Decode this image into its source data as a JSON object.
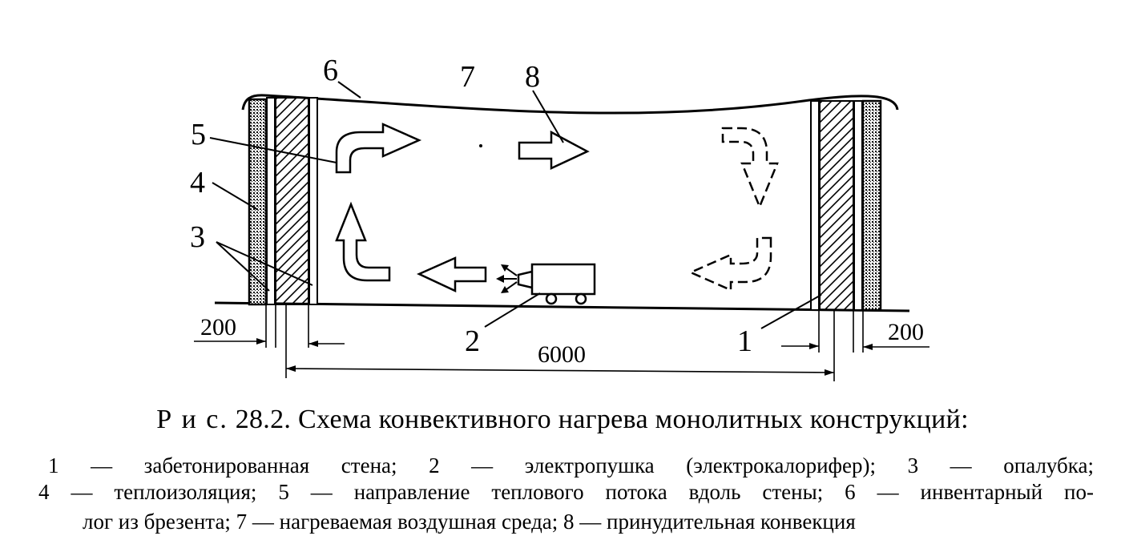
{
  "labels": {
    "n1": "1",
    "n2": "2",
    "n3": "3",
    "n4": "4",
    "n5": "5",
    "n6": "6",
    "n7": "7",
    "n8": "8"
  },
  "dimensions": {
    "left_thickness": "200",
    "right_thickness": "200",
    "span": "6000"
  },
  "caption": {
    "fig_prefix": "Р и с.",
    "fig_number": "28.2.",
    "title": "Схема конвективного нагрева монолитных конструкций:",
    "legend_lines": [
      "1 — забетонированная стена; 2 — электропушка (электрокалорифер); 3 — опалубка;",
      "4 — теплоизоляция; 5 — направление теплового потока вдоль стены; 6 — инвентарный по-",
      "лог из брезента; 7 — нагреваемая воздушная среда; 8 — принудительная конвекция"
    ]
  }
}
